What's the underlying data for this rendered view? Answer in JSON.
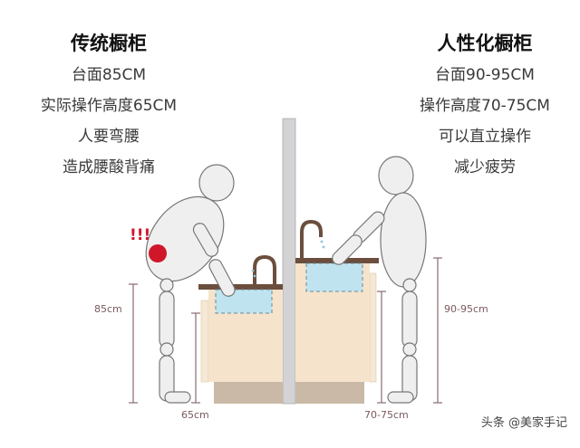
{
  "left_panel": {
    "title": "传统橱柜",
    "lines": [
      "台面85CM",
      "实际操作高度65CM",
      "人要弯腰",
      "造成腰酸背痛"
    ],
    "counter_height_label": "85cm",
    "operating_height_label": "65cm",
    "alert_mark": "!!!"
  },
  "right_panel": {
    "title": "人性化橱柜",
    "lines": [
      "台面90-95CM",
      "操作高度70-75CM",
      "可以直立操作",
      "减少疲劳"
    ],
    "counter_height_label": "90-95cm",
    "operating_height_label": "70-75cm"
  },
  "watermark": "头条 @美家手记",
  "colors": {
    "cabinet_body": "#f5e3cc",
    "cabinet_base": "#c9b9a6",
    "countertop": "#6b4e3d",
    "sink_water": "#bfe4f0",
    "divider": "#d3d3d6",
    "figure_fill": "#efefef",
    "figure_stroke": "#777777",
    "alert_red": "#d0172a",
    "dimension_line": "#8a6a6e"
  }
}
